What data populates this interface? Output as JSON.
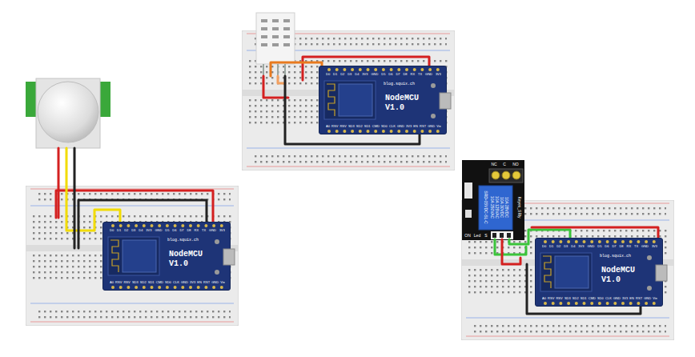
{
  "diagram": {
    "nodes": [
      {
        "text": [
          "D0 D1 D2 D3 D4 3V3 GND D5 D6 D7 D8 RX TX GND 3V3",
          "blog.squix.ch",
          "NodeMCU V1.0",
          "A0 RSV RSV SD3 SD2 SD1 CMD SD0 CLK GND 3V3 EN RST GND Vin"
        ]
      },
      {
        "text": [
          "D0 D1 D2 D3 D4 3V3 GND D5 D6 D7 D8 RX TX GND 3V3",
          "blog.squix.ch",
          "NodeMCU V1.0",
          "A0 RSV RSV SD3 SD2 SD1 CMD SD0 CLK GND 3V3 EN RST GND Vin"
        ]
      },
      {
        "text": [
          "D0 D1 D2 D3 D4 3V3 GND D5 D6 D7 D8 RX TX GND 3V3",
          "blog.squix.ch",
          "NodeMCU V1.0",
          "A0 RSV RSV SD3 SD2 SD1 CMD SD0 CLK GND 3V3 EN RST GND Vin"
        ]
      }
    ],
    "labels": [
      "NC",
      "C",
      "NO",
      "SRD-05VDC-SL-C",
      "10A 250VAC",
      "10A 125VAC",
      "10A 30VDC",
      "10A 28VDC",
      "Keyes_SRly",
      "ON",
      "Led",
      "S"
    ]
  }
}
